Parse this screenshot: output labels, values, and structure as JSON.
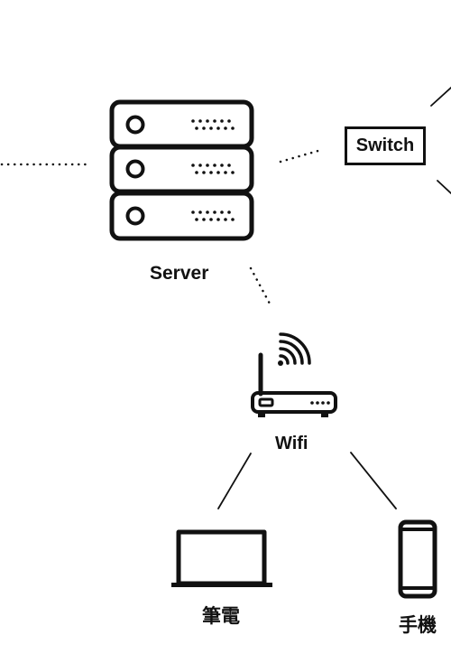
{
  "nodes": {
    "server": {
      "label": "Server",
      "icon": "server-rack-icon"
    },
    "switch": {
      "label": "Switch"
    },
    "wifi": {
      "label": "Wifi",
      "icon": "wifi-router-icon"
    },
    "laptop": {
      "label": "筆電",
      "icon": "laptop-icon"
    },
    "phone": {
      "label": "手機",
      "icon": "smartphone-icon"
    }
  },
  "connections": [
    {
      "from": "external-left",
      "to": "server",
      "style": "dotted"
    },
    {
      "from": "server",
      "to": "switch",
      "style": "dotted"
    },
    {
      "from": "server",
      "to": "wifi",
      "style": "dotted"
    },
    {
      "from": "switch",
      "to": "external-right-top",
      "style": "solid"
    },
    {
      "from": "switch",
      "to": "external-right-bottom",
      "style": "solid"
    },
    {
      "from": "wifi",
      "to": "laptop",
      "style": "solid"
    },
    {
      "from": "wifi",
      "to": "phone",
      "style": "solid"
    }
  ],
  "colors": {
    "stroke": "#111111",
    "background": "#ffffff"
  }
}
